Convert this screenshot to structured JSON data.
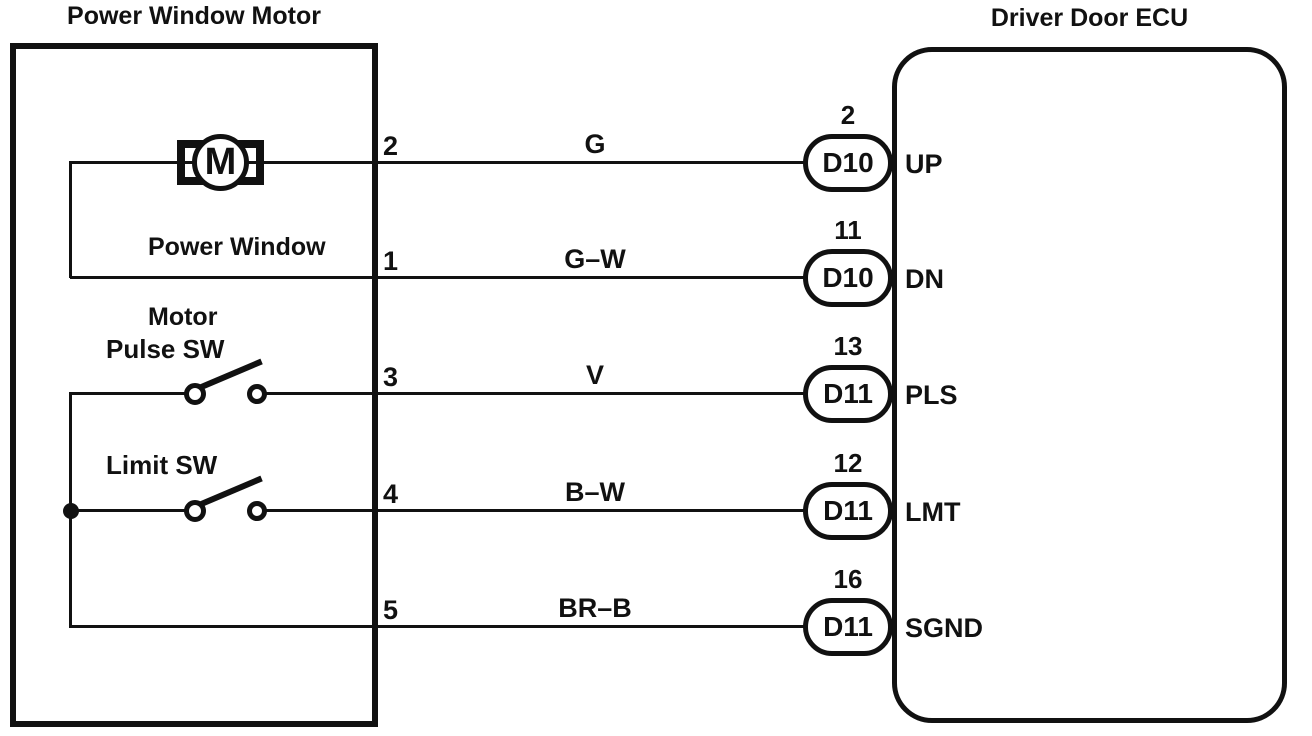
{
  "titles": {
    "left": "Power Window Motor",
    "right": "Driver Door ECU"
  },
  "motor": {
    "symbol": "M",
    "label_line1": "Power Window",
    "label_line2": "Motor"
  },
  "switches": {
    "pulse": "Pulse SW",
    "limit": "Limit SW"
  },
  "wires": [
    {
      "terminal": "2",
      "color": "G",
      "pin": "2",
      "connector": "D10",
      "signal": "UP"
    },
    {
      "terminal": "1",
      "color": "G–W",
      "pin": "11",
      "connector": "D10",
      "signal": "DN"
    },
    {
      "terminal": "3",
      "color": "V",
      "pin": "13",
      "connector": "D11",
      "signal": "PLS"
    },
    {
      "terminal": "4",
      "color": "B–W",
      "pin": "12",
      "connector": "D11",
      "signal": "LMT"
    },
    {
      "terminal": "5",
      "color": "BR–B",
      "pin": "16",
      "connector": "D11",
      "signal": "SGND"
    }
  ],
  "colors": {
    "ink": "#111111",
    "background": "#ffffff"
  }
}
